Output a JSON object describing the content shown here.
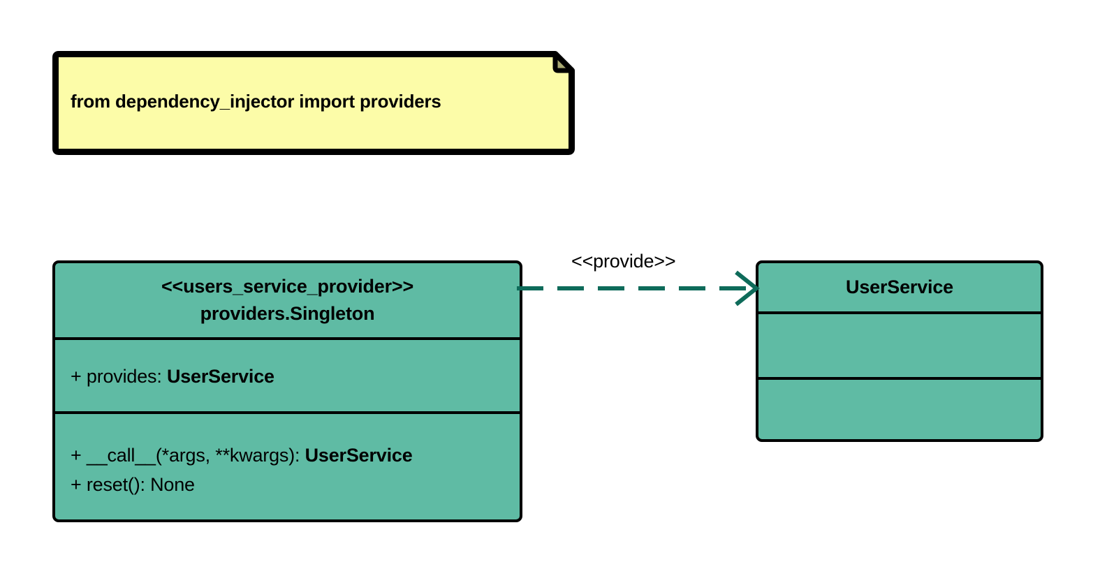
{
  "diagram": {
    "type": "uml-class-diagram",
    "background": "#ffffff",
    "colors": {
      "note_fill": "#FCFCA8",
      "note_fold": "#A8A871",
      "class_fill": "#5FBBA4",
      "border": "#000000",
      "relation": "#0E6B5A"
    }
  },
  "note": {
    "text": "from dependency_injector import providers"
  },
  "provider_class": {
    "stereotype": "<<users_service_provider>>",
    "name": "providers.Singleton",
    "attributes": [
      {
        "visibility": "+",
        "text": "provides: ",
        "type": "UserService"
      }
    ],
    "operations": [
      {
        "visibility": "+",
        "text": "__call__(*args, **kwargs): ",
        "type": "UserService"
      },
      {
        "visibility": "+",
        "text": "reset(): None",
        "type": ""
      }
    ]
  },
  "service_class": {
    "name": "UserService",
    "attributes": [],
    "operations": []
  },
  "relation": {
    "label": "<<provide>>",
    "style": "dashed",
    "arrow": "open",
    "direction": "provider-to-service"
  }
}
